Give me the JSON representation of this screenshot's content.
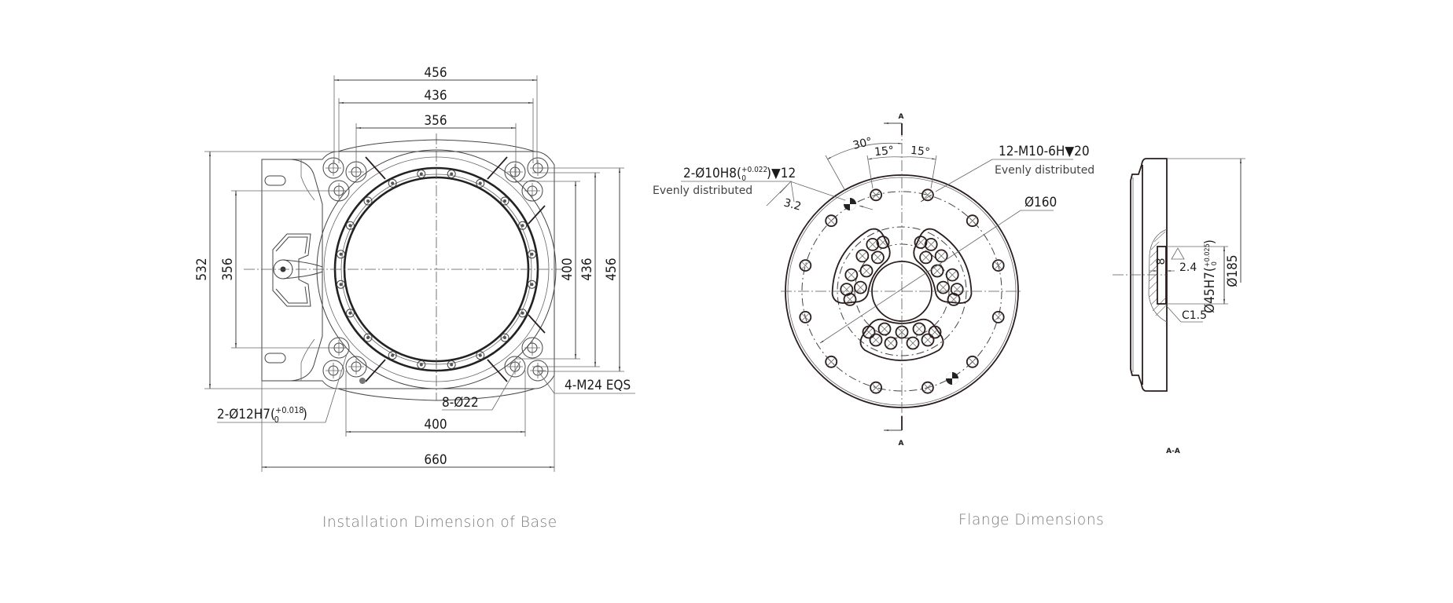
{
  "captions": {
    "base": "Installation Dimension of Base",
    "flange": "Flange Dimensions"
  },
  "base_drawing": {
    "dims_top": {
      "d456": "456",
      "d436": "436",
      "d356": "356"
    },
    "dims_left": {
      "d532": "532",
      "d356": "356"
    },
    "dims_right": {
      "d400": "400",
      "d436": "436",
      "d456": "456"
    },
    "dims_bottom": {
      "d400": "400",
      "d660": "660"
    },
    "callouts": {
      "pin_holes_main": "2-Ø12H7(",
      "pin_holes_tol_upper": "+0.018",
      "pin_holes_tol_lower": "0",
      "pin_holes_close": ")",
      "through_holes": "8-Ø22",
      "threaded_holes": "4-M24 EQS"
    }
  },
  "flange_drawing": {
    "section_marker": "A",
    "angles": {
      "a30": "30°",
      "a15_left": "15°",
      "a15_right": "15°"
    },
    "callouts": {
      "pin_holes_main": "2-Ø10H8(",
      "pin_holes_tol_upper": "+0.022",
      "pin_holes_tol_lower": "0",
      "pin_holes_close": ")▼12",
      "pin_holes_note": "Evenly distributed",
      "roughness": "3.2",
      "threaded_holes": "12-M10-6H▼20",
      "threaded_holes_note": "Evenly distributed",
      "pcd": "Ø160"
    }
  },
  "section_drawing": {
    "title": "A-A",
    "dims": {
      "outer_dia": "Ø185",
      "bore_main": "Ø45H7(",
      "bore_tol_upper": "+0.025",
      "bore_tol_lower": "0",
      "bore_close": ")",
      "depth": "8",
      "roughness": "2.4",
      "chamfer": "C1.5"
    }
  }
}
